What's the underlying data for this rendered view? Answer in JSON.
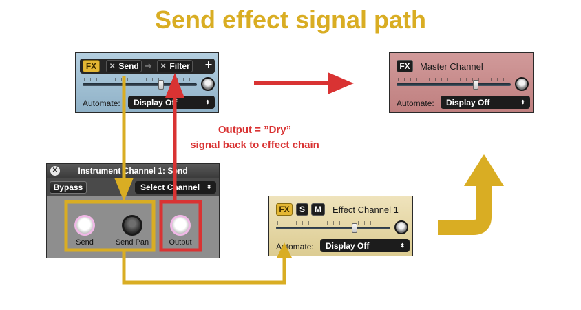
{
  "title": "Send effect signal path",
  "instrument_strip": {
    "fx_label": "FX",
    "send_label": "Send",
    "filter_label": "Filter",
    "add_label": "+",
    "automate_label": "Automate:",
    "automate_value": "Display Off"
  },
  "master_strip": {
    "fx_label": "FX",
    "name": "Master Channel",
    "automate_label": "Automate:",
    "automate_value": "Display Off"
  },
  "send_panel": {
    "title": "Instrument Channel 1: Send",
    "bypass_label": "Bypass",
    "select_label": "Select Channel",
    "knobs": [
      {
        "label": "Send"
      },
      {
        "label": "Send Pan"
      },
      {
        "label": "Output"
      }
    ]
  },
  "effect_strip": {
    "fx_label": "FX",
    "solo_label": "S",
    "mute_label": "M",
    "name": "Effect Channel 1",
    "automate_label": "Automate:",
    "automate_value": "Display Off"
  },
  "annotation": {
    "line1": "Output = ”Dry”",
    "line2": "signal back to effect chain"
  },
  "colors": {
    "gold": "#d9ad23",
    "red": "#d93333",
    "instrument_bg": "#9fbdd0",
    "master_bg": "#c88a8a",
    "effect_bg": "#e9dcae",
    "send_bg": "#8e8e8e"
  }
}
